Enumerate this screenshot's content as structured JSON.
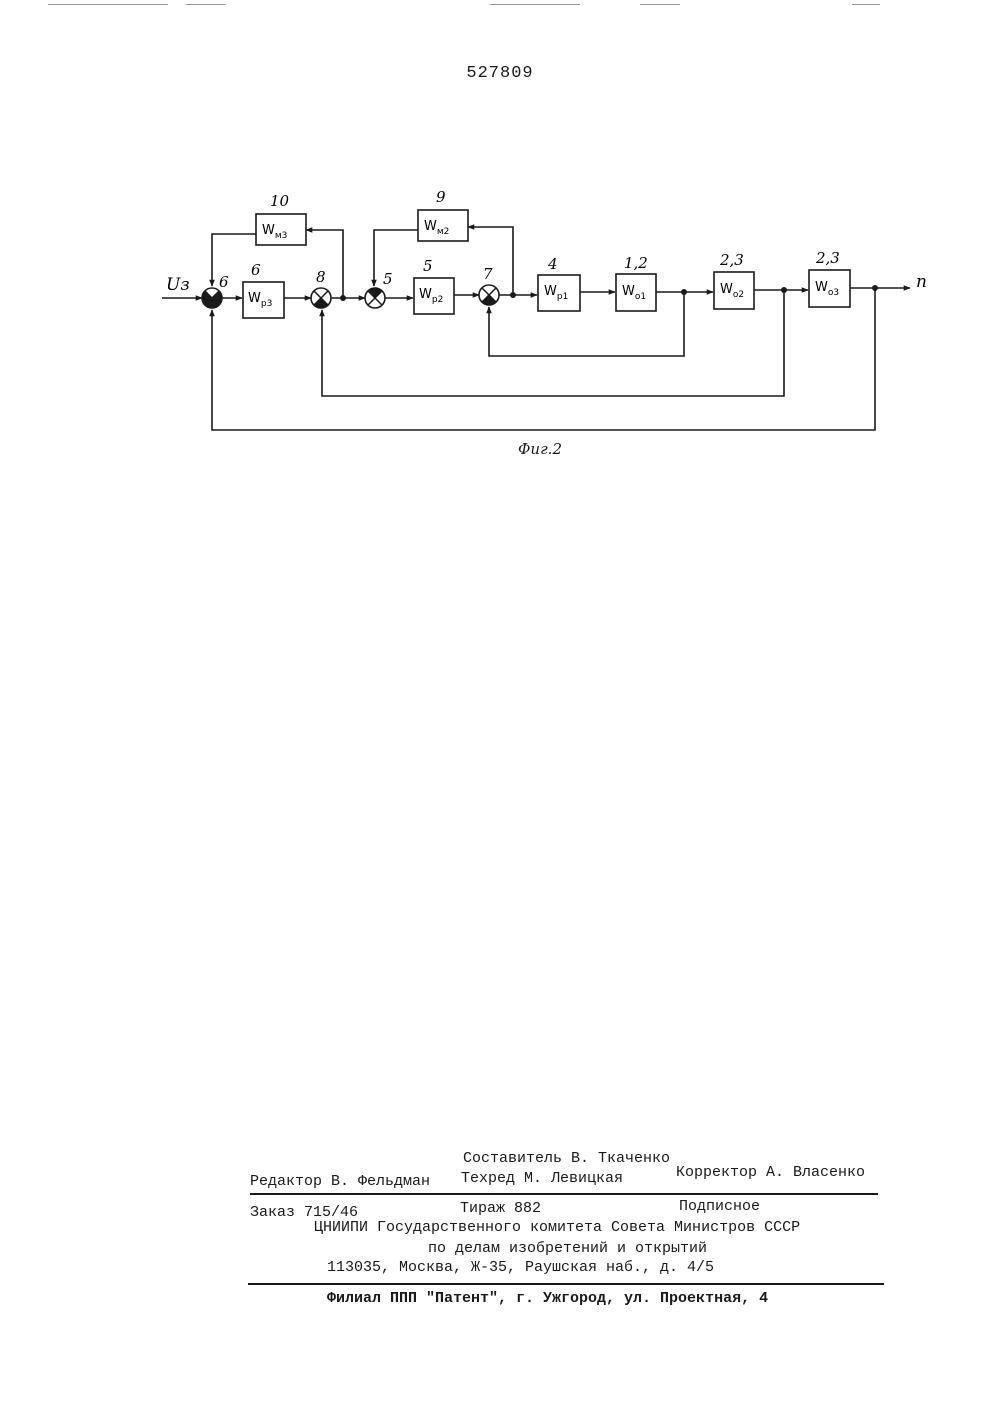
{
  "page_number": "527809",
  "diagram": {
    "input_label": "Uз",
    "output_label": "n",
    "caption": "Фиг.2",
    "blocks": [
      {
        "id": "wm3",
        "number": "10",
        "w": "W",
        "sub": "м3"
      },
      {
        "id": "wm2",
        "number": "9",
        "w": "W",
        "sub": "м2"
      },
      {
        "id": "wp3",
        "number": "6",
        "w": "W",
        "sub": "р3"
      },
      {
        "id": "wp2",
        "number": "5",
        "w": "W",
        "sub": "р2"
      },
      {
        "id": "wp1",
        "number": "4",
        "w": "W",
        "sub": "р1"
      },
      {
        "id": "wo1",
        "number": "1,2",
        "w": "W",
        "sub": "o1"
      },
      {
        "id": "wo2",
        "number": "2,3",
        "w": "W",
        "sub": "o2"
      },
      {
        "id": "wo3",
        "number": "2,3",
        "w": "W",
        "sub": "o3"
      }
    ],
    "summers": [
      {
        "id": "s6",
        "number": "6"
      },
      {
        "id": "s8",
        "number": "8"
      },
      {
        "id": "s5",
        "number": "5"
      },
      {
        "id": "s7",
        "number": "7"
      }
    ]
  },
  "imprint": {
    "compiler": "Составитель В. Ткаченко",
    "editor": "Редактор В. Фельдман",
    "techred": "Техред М. Левицкая",
    "corrector": "Корректор А. Власенко",
    "order": "Заказ 715/46",
    "circulation": "Тираж 882",
    "subscription": "Подписное",
    "institute": "ЦНИИПИ Государственного комитета Совета Министров СССР",
    "committee": "по делам изобретений и открытий",
    "address": "113035, Москва, Ж-35, Раушская наб., д. 4/5",
    "branch": "Филиал ППП \"Патент\", г. Ужгород, ул. Проектная, 4"
  }
}
